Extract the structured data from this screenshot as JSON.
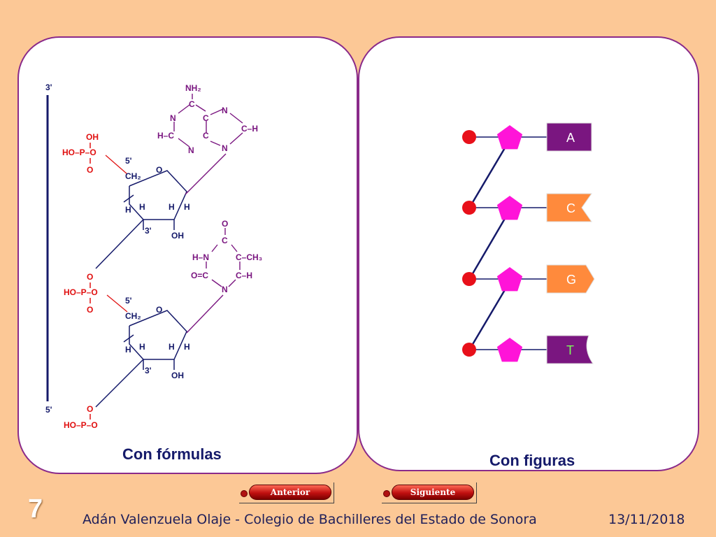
{
  "left_panel": {
    "caption": "Con fórmulas",
    "strand_labels": {
      "top": "3'",
      "bottom": "5'"
    },
    "phosphate_top": {
      "oh": "OH",
      "ho_p_o": "HO–P–O",
      "o": "O"
    },
    "phosphate_mid": {
      "o_top": "O",
      "ho_p_o": "HO–P–O",
      "o": "O"
    },
    "phosphate_bottom": {
      "o_top": "O",
      "ho_p_o": "HO–P–O"
    },
    "sugar1": {
      "five": "5'",
      "ch2": "CH₂",
      "ring_o": "O",
      "h1": "H",
      "h2": "H",
      "h3": "H",
      "h4": "H",
      "three": "3'",
      "oh": "OH"
    },
    "sugar2": {
      "five": "5'",
      "ch2": "CH₂",
      "ring_o": "O",
      "h1": "H",
      "h2": "H",
      "h3": "H",
      "h4": "H",
      "three": "3'",
      "oh": "OH"
    },
    "adenine": {
      "nh2": "NH₂",
      "c_top": "C",
      "n1": "N",
      "c2": "C",
      "hc": "H–C",
      "c_mid": "C",
      "n_bot": "N",
      "n_r1": "N",
      "ch": "C–H",
      "n_r2": "N"
    },
    "thymine": {
      "o": "O",
      "c_top": "C",
      "hn": "H–N",
      "c_ch3": "C–CH₃",
      "oc": "O=C",
      "ch": "C–H",
      "n": "N"
    }
  },
  "right_panel": {
    "caption": "Con figuras",
    "bases": [
      {
        "letter": "A",
        "color": "#7a1680",
        "text_color": "#ffffff"
      },
      {
        "letter": "C",
        "color": "#ff8a3c",
        "text_color": "#ffffff"
      },
      {
        "letter": "G",
        "color": "#ff8a3c",
        "text_color": "#ffffff"
      },
      {
        "letter": "T",
        "color": "#7a1680",
        "text_color": "#7dfc5a"
      }
    ],
    "phosphate_color": "#e8101a",
    "sugar_color": "#ff14d8"
  },
  "nav": {
    "prev_label": "Anterior",
    "next_label": "Siguiente"
  },
  "footer": {
    "slide_number": "7",
    "author": "Adán Valenzuela Olaje - Colegio de Bachilleres del Estado de Sonora",
    "date": "13/11/2018"
  }
}
